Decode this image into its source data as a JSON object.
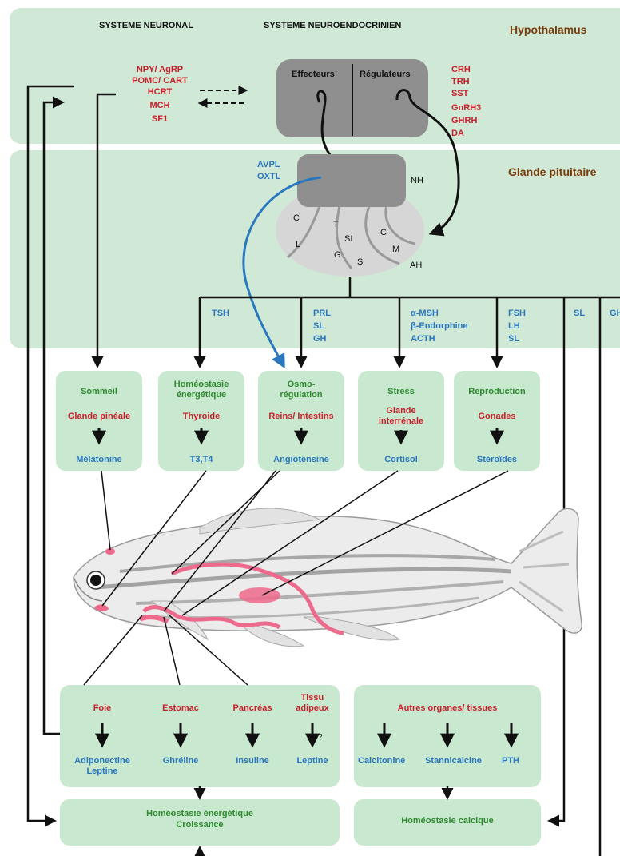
{
  "header": {
    "neuronal": "SYSTEME NEURONAL",
    "neuroendocrine": "SYSTEME NEUROENDOCRINIEN",
    "hypothalamus": "Hypothalamus",
    "pituitary": "Glande pituitaire"
  },
  "neuronal_factors": [
    "NPY/ AgRP",
    "POMC/ CART",
    "HCRT",
    "MCH",
    "SF1"
  ],
  "hypo_box": {
    "left": "Effecteurs",
    "right": "Régulateurs"
  },
  "regulator_factors": [
    "CRH",
    "TRH",
    "SST",
    "GnRH3",
    "GHRH",
    "DA"
  ],
  "posterior_hormones": [
    "AVPL",
    "OXTL"
  ],
  "pituitary_labels": {
    "nh": "NH",
    "ah": "AH",
    "c1": "C",
    "l": "L",
    "t": "T",
    "si": "SI",
    "g": "G",
    "s": "S",
    "c2": "C",
    "m": "M"
  },
  "branch_hormones": {
    "tsh": "TSH",
    "prl": [
      "PRL",
      "SL",
      "GH"
    ],
    "msh": [
      "α-MSH",
      "β-Endorphine",
      "ACTH"
    ],
    "fsh": [
      "FSH",
      "LH",
      "SL"
    ],
    "sl": "SL",
    "gh_cut": "GH"
  },
  "function_boxes": [
    {
      "title": "Sommeil",
      "organ": "Glande pinéale",
      "hormone": "Mélatonine"
    },
    {
      "title": "Homéostasie énergétique",
      "organ": "Thyroide",
      "hormone": "T3,T4"
    },
    {
      "title": "Osmo- régulation",
      "organ": "Reins/ Intestins",
      "hormone": "Angiotensine"
    },
    {
      "title": "Stress",
      "organ": "Glande interrénale",
      "hormone": "Cortisol"
    },
    {
      "title": "Reproduction",
      "organ": "Gonades",
      "hormone": "Stéroïdes"
    }
  ],
  "peripheral_box": {
    "organs": [
      "Foie",
      "Estomac",
      "Pancréas",
      "Tissu adipeux"
    ],
    "hormones": [
      "Adiponectine Leptine",
      "Ghréline",
      "Insuline",
      "Leptine"
    ],
    "question": "?"
  },
  "calcium_box": {
    "title": "Autres organes/ tissues",
    "hormones": [
      "Calcitonine",
      "Stannicalcine",
      "PTH"
    ]
  },
  "outcomes": {
    "energy": [
      "Homéostasie énergétique",
      "Croissance"
    ],
    "calcium": "Homéostasie calcique"
  },
  "colors": {
    "band": "#cfe9d6",
    "box": "#c8e8cf",
    "red": "#c8202a",
    "blue": "#2a76bf",
    "green": "#2f8a2f",
    "brown": "#7a3b0a",
    "pink": "#ee6a8c"
  }
}
